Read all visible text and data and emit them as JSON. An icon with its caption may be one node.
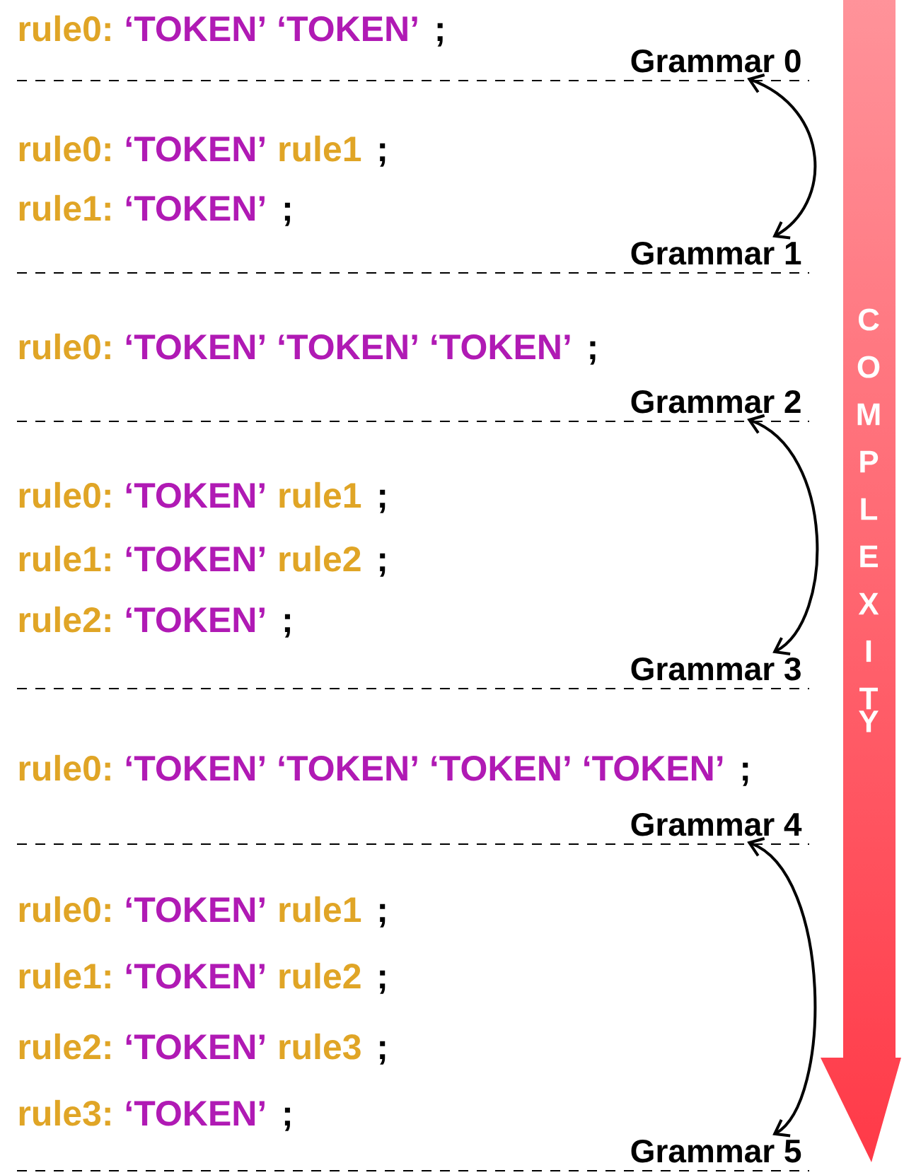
{
  "diagram": {
    "nodes": [
      {
        "text": [
          "Grammar 0"
        ]
      },
      {
        "text": [
          "Grammar 1"
        ]
      },
      {
        "text": [
          "Grammar 2"
        ]
      },
      {
        "text": [
          "Grammar 3"
        ]
      },
      {
        "text": [
          "Grammar 4"
        ]
      },
      {
        "text": [
          "Grammar 5"
        ]
      }
    ],
    "edges": [
      {
        "from": 0,
        "to": 1,
        "arrow": "both"
      },
      {
        "from": 2,
        "to": 3,
        "arrow": "both"
      },
      {
        "from": 4,
        "to": 5,
        "arrow": "both"
      }
    ],
    "labels": [
      "rule0:",
      "‘TOKEN’ ‘TOKEN’",
      ";",
      "rule0:",
      "‘TOKEN’",
      "rule1",
      ";",
      "rule1:",
      "‘TOKEN’",
      ";",
      "rule0:",
      "‘TOKEN’ ‘TOKEN’ ‘TOKEN’",
      ";",
      "rule0:",
      "‘TOKEN’",
      "rule1",
      ";",
      "rule1:",
      "‘TOKEN’",
      "rule2",
      ";",
      "rule2:",
      "‘TOKEN’",
      ";",
      "rule0:",
      "‘TOKEN’ ‘TOKEN’ ‘TOKEN’ ‘TOKEN’",
      ";",
      "rule0:",
      "‘TOKEN’",
      "rule1",
      ";",
      "rule1:",
      "‘TOKEN’",
      "rule2",
      ";",
      "rule2:",
      "‘TOKEN’",
      "rule3",
      ";",
      "rule3:",
      "‘TOKEN’",
      ";",
      "COMPLEXITY"
    ]
  }
}
